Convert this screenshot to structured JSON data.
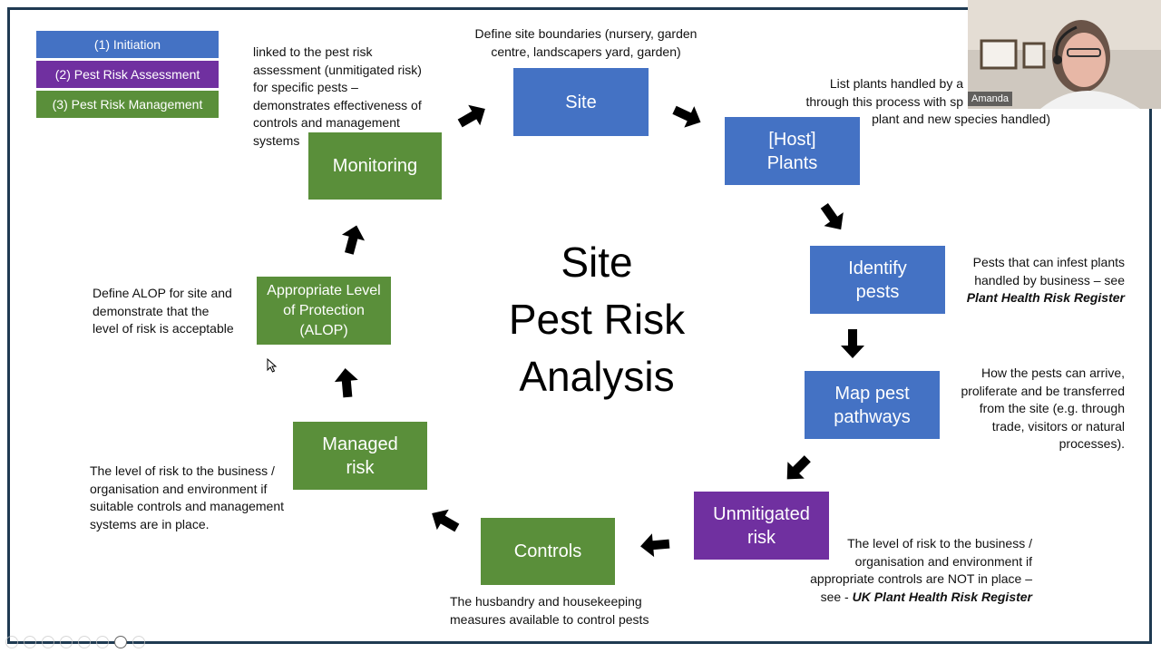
{
  "legend": {
    "initiation": "(1) Initiation",
    "assessment": "(2) Pest Risk Assessment",
    "management": "(3) Pest Risk Management"
  },
  "title": {
    "line1": "Site",
    "line2": "Pest Risk",
    "line3": "Analysis"
  },
  "boxes": {
    "site": "Site",
    "host_line1": "[Host]",
    "host_line2": "Plants",
    "identify_line1": "Identify",
    "identify_line2": "pests",
    "map_line1": "Map pest",
    "map_line2": "pathways",
    "unmitigated_line1": "Unmitigated",
    "unmitigated_line2": "risk",
    "controls": "Controls",
    "managed_line1": "Managed",
    "managed_line2": "risk",
    "alop_line1": "Appropriate Level",
    "alop_line2": "of Protection",
    "alop_line3": "(ALOP)",
    "monitoring": "Monitoring"
  },
  "notes": {
    "site": [
      "Define site boundaries (nursery, garden",
      "centre, landscapers yard, garden)"
    ],
    "host": [
      "List plants handled by a",
      "through this process with sp",
      "plant and new species handled)"
    ],
    "identify": [
      "Pests that can infest plants",
      "handled by business – see"
    ],
    "identify_ref": "Plant Health Risk Register",
    "map": [
      "How the pests can arrive,",
      "proliferate and be transferred",
      "from the site (e.g. through",
      "trade, visitors or natural",
      "processes)."
    ],
    "unmitigated": [
      "The level of risk to the business /",
      "organisation and environment if",
      "appropriate controls are NOT in place –"
    ],
    "unmitigated_prefix": "see - ",
    "unmitigated_ref": "UK Plant Health Risk Register",
    "controls": [
      "The husbandry and housekeeping",
      "measures available to control pests"
    ],
    "managed": [
      "The level of risk to the business /",
      "organisation and environment if",
      "suitable controls and management",
      "systems are in place."
    ],
    "alop": [
      "Define ALOP for site and",
      "demonstrate that the",
      "level of risk is acceptable"
    ],
    "monitoring": [
      "linked to the pest risk",
      "assessment (unmitigated risk)",
      "for specific pests –",
      "demonstrates effectiveness of",
      "controls and management",
      "systems"
    ]
  },
  "video": {
    "participant": "Amanda"
  },
  "colors": {
    "initiation": "#4472c4",
    "assessment": "#7030a0",
    "management": "#5a8f3a",
    "frame": "#1f3a52"
  }
}
